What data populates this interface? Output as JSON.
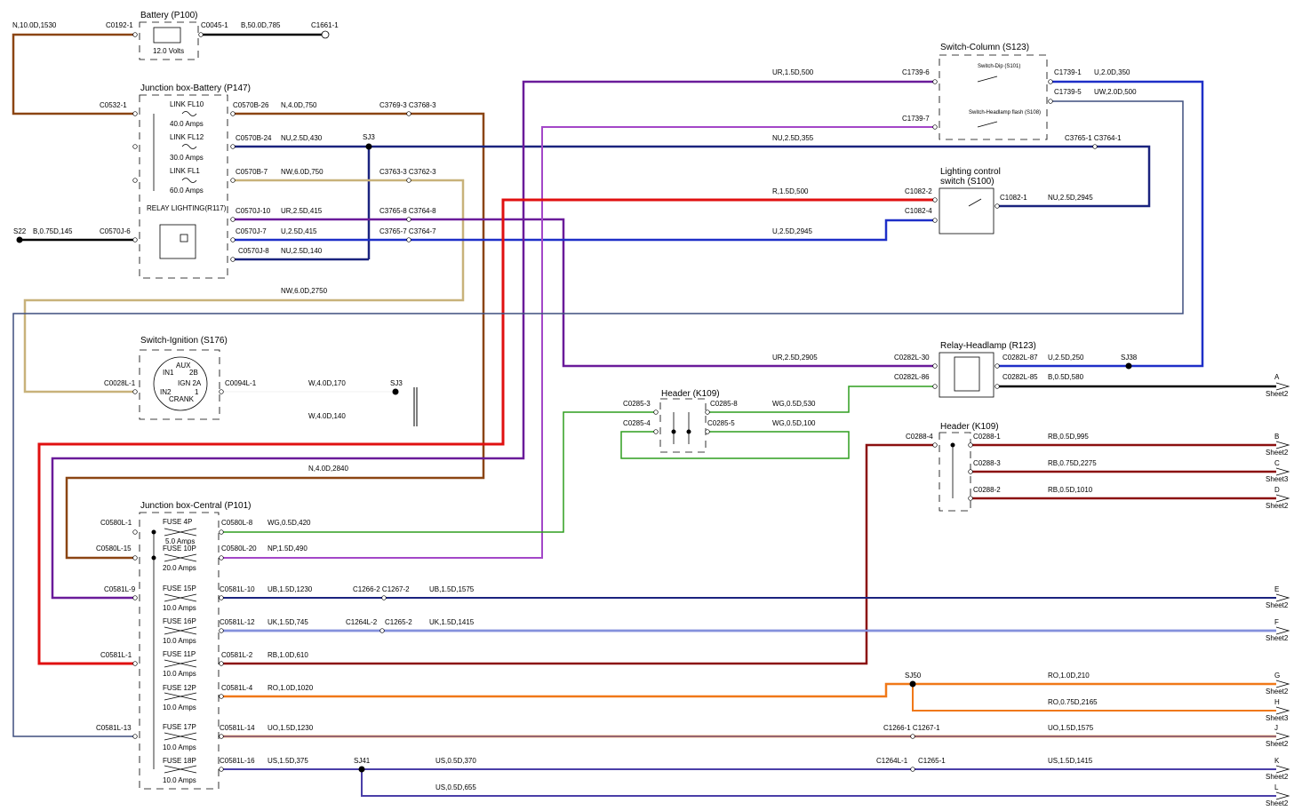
{
  "components": {
    "battery": {
      "title": "Battery (P100)",
      "volts": "12.0 Volts"
    },
    "jb_battery": {
      "title": "Junction box-Battery (P147)"
    },
    "link_fl10": {
      "label": "LINK FL10",
      "amps": "40.0 Amps"
    },
    "link_fl12": {
      "label": "LINK FL12",
      "amps": "30.0 Amps"
    },
    "link_fl1": {
      "label": "LINK FL1",
      "amps": "60.0 Amps"
    },
    "relay_lighting": {
      "label": "RELAY LIGHTING(R117)"
    },
    "switch_column": {
      "title": "Switch-Column (S123)",
      "dip": "Switch-Dip (S101)",
      "flash": "Switch-Headlamp flash (S108)"
    },
    "lighting_switch": {
      "title1": "Lighting control",
      "title2": "switch (S100)"
    },
    "switch_ignition": {
      "title": "Switch-Ignition (S176)",
      "aux": "AUX",
      "in1": "IN1",
      "b2": "2B",
      "ign": "IGN 2A",
      "in2": "IN2",
      "one": "1",
      "crank": "CRANK"
    },
    "relay_headlamp": {
      "title": "Relay-Headlamp (R123)"
    },
    "header_k109_a": {
      "title": "Header (K109)"
    },
    "header_k109_b": {
      "title": "Header (K109)"
    },
    "jb_central": {
      "title": "Junction box-Central (P101)"
    },
    "fuses": [
      {
        "label": "FUSE 4P",
        "amps": "5.0 Amps"
      },
      {
        "label": "FUSE 10P",
        "amps": "20.0 Amps"
      },
      {
        "label": "FUSE 15P",
        "amps": "10.0 Amps"
      },
      {
        "label": "FUSE 16P",
        "amps": "10.0 Amps"
      },
      {
        "label": "FUSE 11P",
        "amps": "10.0 Amps"
      },
      {
        "label": "FUSE 12P",
        "amps": "10.0 Amps"
      },
      {
        "label": "FUSE 17P",
        "amps": "10.0 Amps"
      },
      {
        "label": "FUSE 18P",
        "amps": "10.0 Amps"
      }
    ]
  },
  "connectors": [
    "C0192-1",
    "C0045-1",
    "C1661-1",
    "C0532-1",
    "C0570B-26",
    "C0570B-24",
    "C0570B-7",
    "C0570J-10",
    "C0570J-6",
    "C0570J-7",
    "C0570J-8",
    "C3769-3 C3768-3",
    "C3763-3 C3762-3",
    "C3765-8 C3764-8",
    "C3765-7 C3764-7",
    "C1739-6",
    "C1739-7",
    "C1739-1",
    "C1739-5",
    "C3765-1 C3764-1",
    "C1082-2",
    "C1082-4",
    "C1082-1",
    "C0028L-1",
    "C0094L-1",
    "C0282L-30",
    "C0282L-86",
    "C0282L-87",
    "C0282L-85",
    "C0285-3",
    "C0285-4",
    "C0285-8",
    "C0285-5",
    "C0288-4",
    "C0288-1",
    "C0288-3",
    "C0288-2",
    "C0580L-1",
    "C0580L-15",
    "C0580L-8",
    "C0580L-20",
    "C0581L-9",
    "C0581L-10",
    "C1266-2 C1267-2",
    "C0581L-12",
    "C1264L-2",
    "C1265-2",
    "C0581L-1",
    "C0581L-2",
    "C0581L-4",
    "C0581L-13",
    "C0581L-14",
    "C1266-1 C1267-1",
    "C0581L-16",
    "C1264L-1",
    "C1265-1"
  ],
  "wires": [
    "N,10.0D,1530",
    "B,50.0D,785",
    "N,4.0D,750",
    "NU,2.5D,430",
    "NW,6.0D,750",
    "B,0.75D,145",
    "UR,2.5D,415",
    "U,2.5D,415",
    "NU,2.5D,140",
    "UR,1.5D,500",
    "U,2.0D,350",
    "UW,2.0D,500",
    "NU,2.5D,355",
    "R,1.5D,500",
    "NU,2.5D,2945",
    "U,2.5D,2945",
    "NW,6.0D,2750",
    "UR,2.5D,2905",
    "U,2.5D,250",
    "B,0.5D,580",
    "W,4.0D,170",
    "W,4.0D,140",
    "WG,0.5D,530",
    "WG,0.5D,100",
    "RB,0.5D,995",
    "RB,0.75D,2275",
    "RB,0.5D,1010",
    "N,4.0D,2840",
    "WG,0.5D,420",
    "NP,1.5D,490",
    "UB,1.5D,1230",
    "UB,1.5D,1575",
    "UK,1.5D,745",
    "UK,1.5D,1415",
    "RB,1.0D,610",
    "RO,1.0D,1020",
    "RO,1.0D,210",
    "RO,0.75D,2165",
    "UO,1.5D,1230",
    "UO,1.5D,1575",
    "US,1.5D,375",
    "US,0.5D,370",
    "US,1.5D,1415",
    "US,0.5D,655"
  ],
  "splices": [
    "SJ3",
    "SJ3",
    "SJ38",
    "SJ50",
    "SJ41",
    "S22"
  ],
  "outputs": [
    {
      "letter": "A",
      "sheet": "Sheet2"
    },
    {
      "letter": "B",
      "sheet": "Sheet2"
    },
    {
      "letter": "C",
      "sheet": "Sheet3"
    },
    {
      "letter": "D",
      "sheet": "Sheet2"
    },
    {
      "letter": "E",
      "sheet": "Sheet2"
    },
    {
      "letter": "F",
      "sheet": "Sheet2"
    },
    {
      "letter": "G",
      "sheet": "Sheet2"
    },
    {
      "letter": "H",
      "sheet": "Sheet3"
    },
    {
      "letter": "J",
      "sheet": "Sheet2"
    },
    {
      "letter": "K",
      "sheet": "Sheet2"
    },
    {
      "letter": "L",
      "sheet": "Sheet2"
    }
  ],
  "colors": {
    "brown": "#8B4513",
    "black": "#000000",
    "red": "#E01010",
    "purple": "#6A1B9A",
    "violet": "#A347C8",
    "navy": "#1A237E",
    "blue": "#1E2FC8",
    "green": "#2E9E1E",
    "maroon": "#8B0F0F",
    "orange": "#F07818",
    "tan": "#C8B27A",
    "gray": "#3F4F7F"
  }
}
